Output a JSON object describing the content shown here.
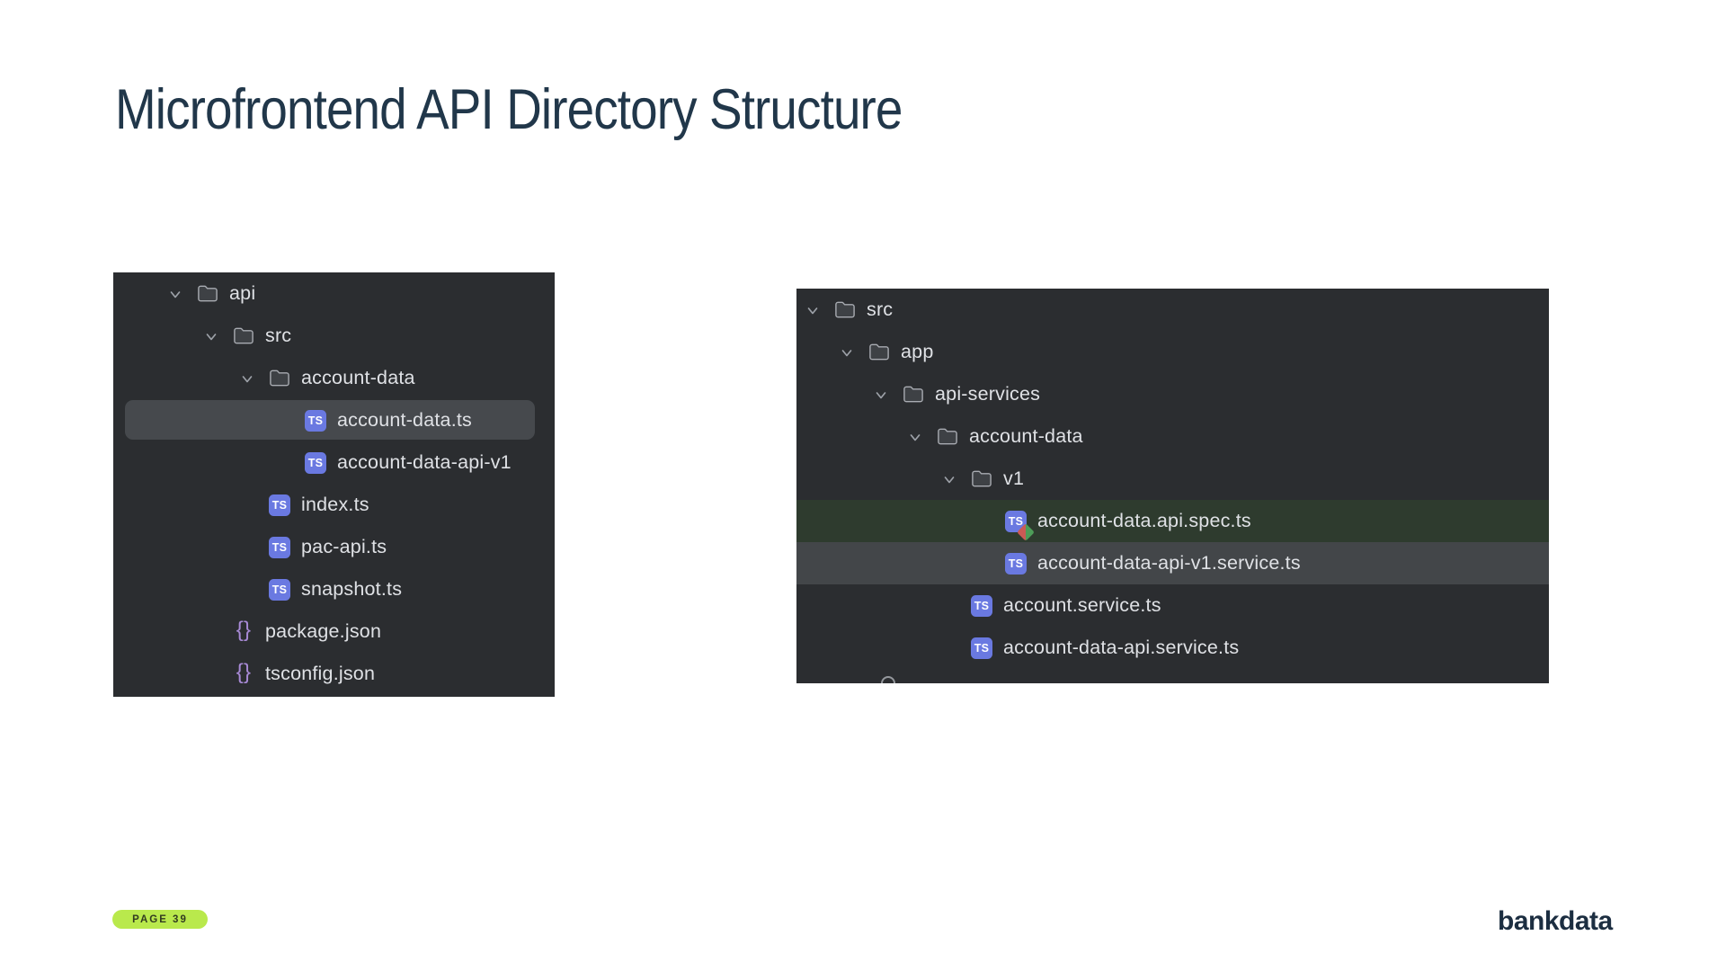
{
  "slide": {
    "title": "Microfrontend API Directory Structure",
    "page_badge": "PAGE 39",
    "logo": "bankdata"
  },
  "icons": {
    "ts_label": "TS",
    "json_glyph": "{}"
  },
  "colors": {
    "title": "#21374a",
    "panel_bg": "#2b2d30",
    "row_text": "#dfe1e5",
    "selection_rounded": "#46494d",
    "selection_green": "#2e3b2e",
    "selection_gray": "#434649",
    "ts_icon_bg": "#6a79e1",
    "json_icon": "#a88ad6",
    "folder_fill": "#3e4145",
    "folder_outline": "#a9acb2",
    "chevron": "#9da1a8",
    "badge_bg": "#b9e94c",
    "badge_text": "#323b21",
    "logo": "#1c2e41",
    "overlay_red": "#cb5a55",
    "overlay_green": "#4d9c58"
  },
  "left_tree": {
    "rows": [
      {
        "label": "api",
        "icon": "folder",
        "chevron": true,
        "expanded": true,
        "indent": 0
      },
      {
        "label": "src",
        "icon": "folder",
        "chevron": true,
        "expanded": true,
        "indent": 1
      },
      {
        "label": "account-data",
        "icon": "folder",
        "chevron": true,
        "expanded": true,
        "indent": 2
      },
      {
        "label": "account-data.ts",
        "icon": "ts",
        "indent": 3,
        "selected": "rounded"
      },
      {
        "label": "account-data-api-v1",
        "icon": "ts",
        "indent": 3,
        "clipped": true
      },
      {
        "label": "index.ts",
        "icon": "ts",
        "indent": 2
      },
      {
        "label": "pac-api.ts",
        "icon": "ts",
        "indent": 2
      },
      {
        "label": "snapshot.ts",
        "icon": "ts",
        "indent": 2
      },
      {
        "label": "package.json",
        "icon": "json",
        "indent": 1
      },
      {
        "label": "tsconfig.json",
        "icon": "json",
        "indent": 1
      }
    ]
  },
  "right_tree": {
    "rows": [
      {
        "label": "src",
        "icon": "folder",
        "chevron": true,
        "expanded": true,
        "indent": 0
      },
      {
        "label": "app",
        "icon": "folder",
        "chevron": true,
        "expanded": true,
        "indent": 1
      },
      {
        "label": "api-services",
        "icon": "folder",
        "chevron": true,
        "expanded": true,
        "indent": 2
      },
      {
        "label": "account-data",
        "icon": "folder",
        "chevron": true,
        "expanded": true,
        "indent": 3
      },
      {
        "label": "v1",
        "icon": "folder",
        "chevron": true,
        "expanded": true,
        "indent": 4
      },
      {
        "label": "account-data.api.spec.ts",
        "icon": "ts",
        "indent": 5,
        "selected": "green",
        "overlay": true
      },
      {
        "label": "account-data-api-v1.service.ts",
        "icon": "ts",
        "indent": 5,
        "selected": "gray"
      },
      {
        "label": "account.service.ts",
        "icon": "ts",
        "indent": 4
      },
      {
        "label": "account-data-api.service.ts",
        "icon": "ts",
        "indent": 4
      }
    ]
  }
}
